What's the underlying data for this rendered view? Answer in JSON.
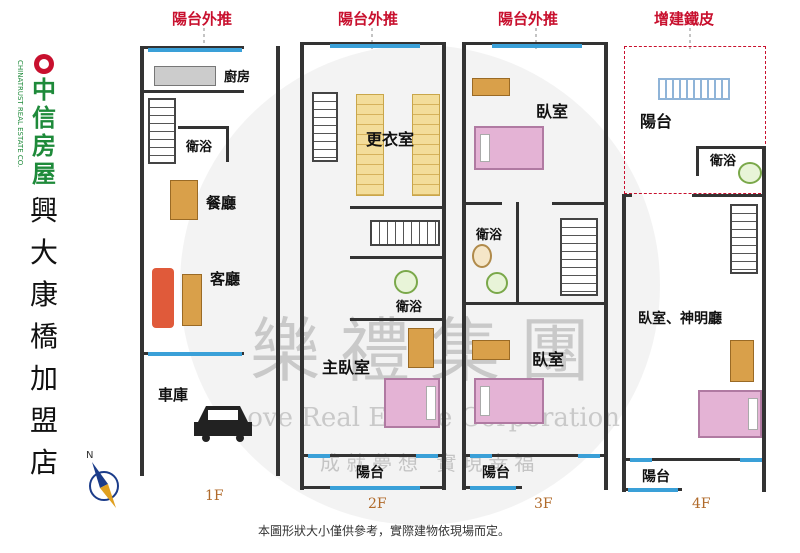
{
  "brand": {
    "name": "中信房屋",
    "english": "CHINATRUST REAL ESTATE CO.",
    "branch": "興大康橋加盟店",
    "logo_color": "#c8102e",
    "name_color": "#1e8a3a"
  },
  "watermark": {
    "chinese": "樂禮集團",
    "english": "Love Real Estate Corporation",
    "slogan": "成就夢想 實現幸福"
  },
  "top_labels": [
    "陽台外推",
    "陽台外推",
    "陽台外推",
    "增建鐵皮"
  ],
  "floors": [
    {
      "label": "1F",
      "rooms": [
        "廚房",
        "衛浴",
        "餐廳",
        "客廳",
        "車庫"
      ]
    },
    {
      "label": "2F",
      "rooms": [
        "更衣室",
        "衛浴",
        "主臥室",
        "陽台"
      ]
    },
    {
      "label": "3F",
      "rooms": [
        "臥室",
        "衛浴",
        "臥室",
        "陽台"
      ]
    },
    {
      "label": "4F",
      "rooms": [
        "陽台",
        "衛浴",
        "臥室、神明廳",
        "陽台"
      ]
    }
  ],
  "footer_note": "本圖形狀大小僅供參考，實際建物依現場而定。",
  "colors": {
    "top_label": "#c8102e",
    "floor_label": "#b06a2a",
    "window": "#3aa0d8",
    "wardrobe": "#f3dd9a",
    "bed": "#e4b3d5"
  }
}
